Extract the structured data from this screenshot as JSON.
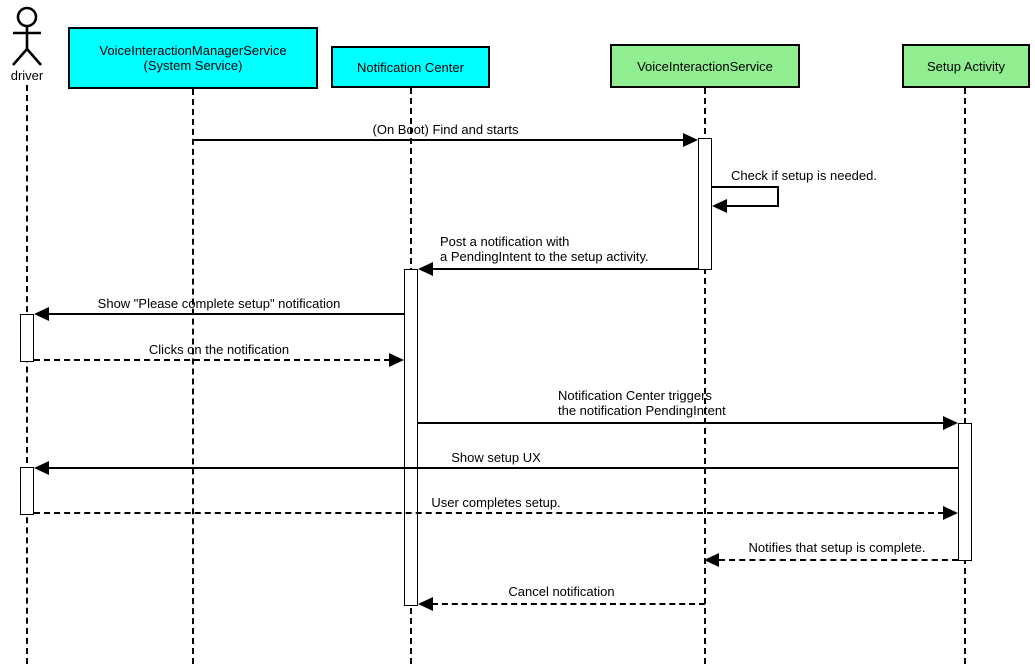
{
  "diagram": {
    "type": "uml-sequence",
    "colors": {
      "participant_cyan": "#00ffff",
      "participant_green": "#90ee90",
      "line": "#000000",
      "background": "#ffffff"
    },
    "participants": [
      {
        "id": "driver",
        "type": "actor",
        "label": "driver"
      },
      {
        "id": "voice-interaction-manager-service",
        "type": "participant",
        "fill": "#00ffff",
        "lines": [
          "VoiceInteractionManagerService",
          "(System Service)"
        ]
      },
      {
        "id": "notification-center",
        "type": "participant",
        "fill": "#00ffff",
        "label": "Notification Center"
      },
      {
        "id": "voice-interaction-service",
        "type": "participant",
        "fill": "#90ee90",
        "label": "VoiceInteractionService"
      },
      {
        "id": "setup-activity",
        "type": "participant",
        "fill": "#90ee90",
        "label": "Setup Activity"
      }
    ],
    "messages": [
      {
        "from": "voice-interaction-manager-service",
        "to": "voice-interaction-service",
        "style": "solid",
        "label": "(On Boot) Find and starts"
      },
      {
        "from": "voice-interaction-service",
        "to": "voice-interaction-service",
        "style": "solid-self",
        "label": "Check if setup is needed."
      },
      {
        "from": "voice-interaction-service",
        "to": "notification-center",
        "style": "solid",
        "lines": [
          "Post a notification with",
          "a PendingIntent to the setup activity."
        ]
      },
      {
        "from": "notification-center",
        "to": "driver",
        "style": "solid",
        "label": "Show \"Please complete setup\" notification"
      },
      {
        "from": "driver",
        "to": "notification-center",
        "style": "dashed",
        "label": "Clicks on the notification"
      },
      {
        "from": "notification-center",
        "to": "setup-activity",
        "style": "solid",
        "lines": [
          "Notification Center triggers",
          "the notification PendingIntent"
        ]
      },
      {
        "from": "setup-activity",
        "to": "driver",
        "style": "solid",
        "label": "Show setup UX"
      },
      {
        "from": "driver",
        "to": "setup-activity",
        "style": "dashed",
        "label": "User completes setup."
      },
      {
        "from": "setup-activity",
        "to": "voice-interaction-service",
        "style": "dashed",
        "label": "Notifies that setup is complete."
      },
      {
        "from": "voice-interaction-service",
        "to": "notification-center",
        "style": "dashed",
        "label": "Cancel notification"
      }
    ]
  }
}
